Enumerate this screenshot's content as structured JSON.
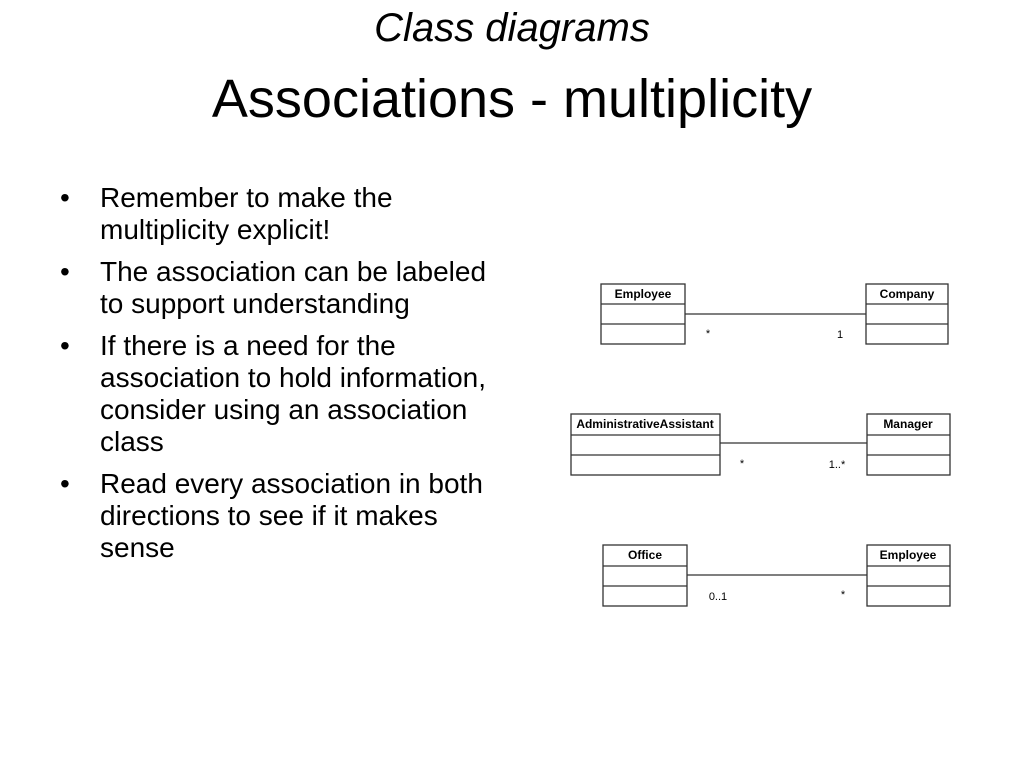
{
  "header": {
    "subtitle": "Class diagrams",
    "title": "Associations -  multiplicity"
  },
  "bullets": [
    "Remember to make the multiplicity explicit!",
    "The association can be labeled to support understanding",
    "If there is a need for the association to hold information, consider using an association class",
    "Read every association in both directions to see if it makes sense"
  ],
  "bullet_glyph": "•",
  "diagrams": [
    {
      "left_class": "Employee",
      "right_class": "Company",
      "left_multiplicity": "*",
      "right_multiplicity": "1"
    },
    {
      "left_class": "AdministrativeAssistant",
      "right_class": "Manager",
      "left_multiplicity": "*",
      "right_multiplicity": "1..*"
    },
    {
      "left_class": "Office",
      "right_class": "Employee",
      "left_multiplicity": "0..1",
      "right_multiplicity": "*"
    }
  ]
}
